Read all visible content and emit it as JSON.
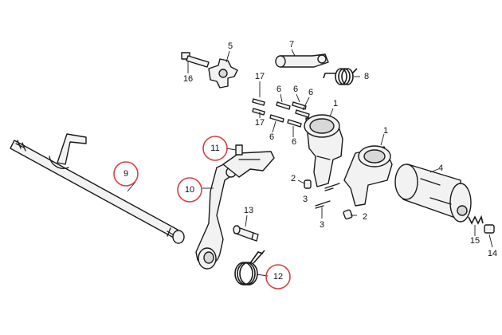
{
  "diagram": {
    "highlight_color": "#d94040",
    "labels": {
      "p1a": "1",
      "p1b": "1",
      "p2a": "2",
      "p2b": "2",
      "p3a": "3",
      "p3b": "3",
      "p4": "4",
      "p5": "5",
      "p6a": "6",
      "p6b": "6",
      "p6c": "6",
      "p6d": "6",
      "p6e": "6",
      "p7": "7",
      "p8": "8",
      "p9": "9",
      "p10": "10",
      "p11": "11",
      "p12": "12",
      "p13": "13",
      "p14": "14",
      "p15": "15",
      "p16": "16",
      "p17a": "17",
      "p17b": "17"
    }
  }
}
